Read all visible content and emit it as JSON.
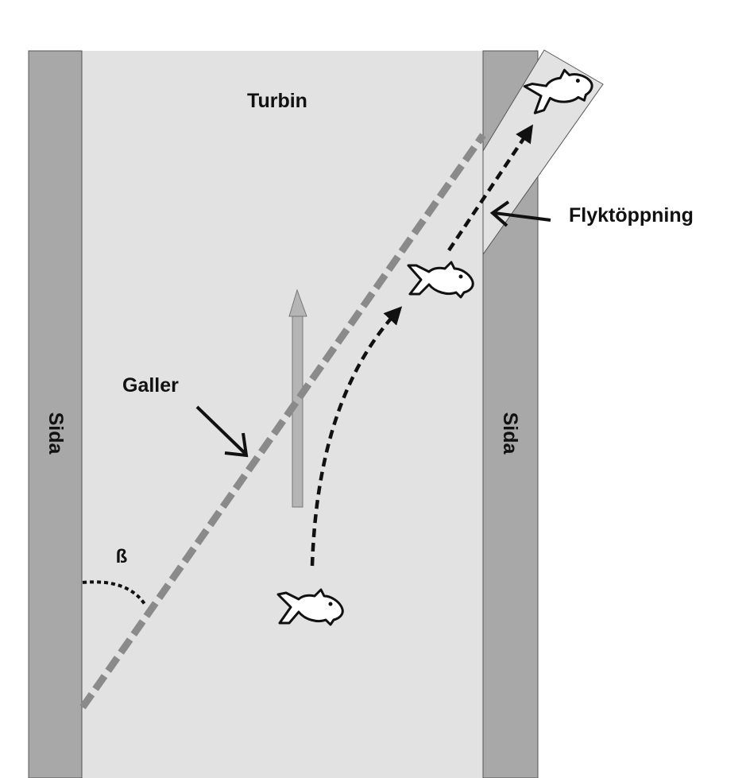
{
  "labels": {
    "turbine": "Turbin",
    "escape_opening": "Flyktöppning",
    "screen": "Galler",
    "side_left": "Sida",
    "side_right": "Sida",
    "angle": "ß"
  },
  "colors": {
    "background": "#ffffff",
    "channel": "#e2e2e2",
    "wall": "#a8a8a8",
    "screen": "#8a8a8a",
    "flow_arrow": "#b5b5b5",
    "ink": "#111111",
    "fish_fill": "#ffffff"
  },
  "icons": [
    "fish-icon",
    "flow-direction-arrow",
    "pointer-arrow"
  ]
}
